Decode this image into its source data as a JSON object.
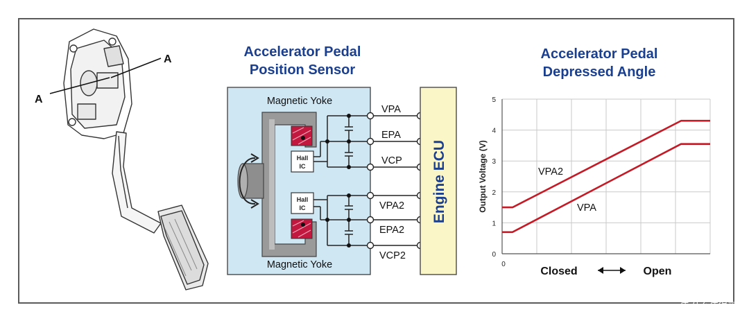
{
  "pedal": {
    "marker_top": "A",
    "marker_left": "A"
  },
  "sensor": {
    "title_line1": "Accelerator Pedal",
    "title_line2": "Position Sensor",
    "yoke_top": "Magnetic Yoke",
    "yoke_bottom": "Magnetic Yoke",
    "hall_top": [
      "Hall",
      "IC"
    ],
    "hall_bottom": [
      "Hall",
      "IC"
    ],
    "terminals": [
      "VPA",
      "EPA",
      "VCP",
      "VPA2",
      "EPA2",
      "VCP2"
    ],
    "ecu_label": "Engine ECU"
  },
  "chart_data": {
    "type": "line",
    "title": "Accelerator Pedal Depressed Angle",
    "title_lines": [
      "Accelerator Pedal",
      "Depressed Angle"
    ],
    "ylabel": "Output Voltage (V)",
    "xlabel_left": "Closed",
    "xlabel_right": "Open",
    "x_origin_label": "0",
    "yticks": [
      "0",
      "1",
      "2",
      "3",
      "4",
      "5"
    ],
    "ylim": [
      0,
      5
    ],
    "xlim": [
      0,
      10
    ],
    "grid": true,
    "series": [
      {
        "name": "VPA2",
        "x": [
          0,
          0.5,
          8.6,
          10
        ],
        "y": [
          1.5,
          1.5,
          4.3,
          4.3
        ]
      },
      {
        "name": "VPA",
        "x": [
          0,
          0.5,
          8.6,
          10
        ],
        "y": [
          0.7,
          0.7,
          3.55,
          3.55
        ]
      }
    ],
    "line_color": "#c41a26"
  },
  "watermark": "值 什么值得买",
  "colors": {
    "title": "#1b3f8f",
    "sensor_bg": "#cfe6f3",
    "ecu_bg": "#fbf6c8",
    "magnet": "#c2183f"
  }
}
